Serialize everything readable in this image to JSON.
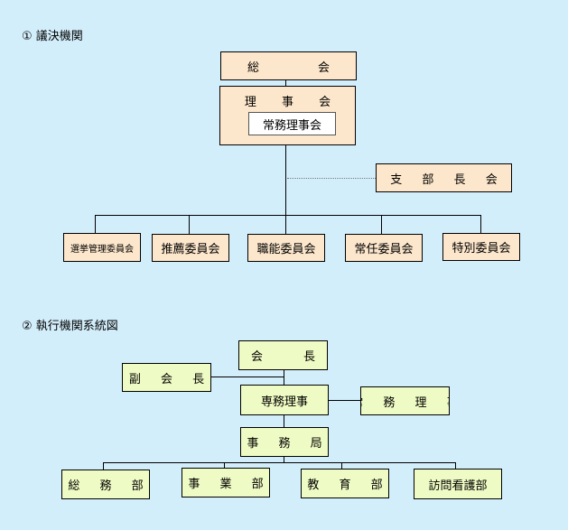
{
  "section1": {
    "title": "① 議決機関",
    "general_assembly": "総　会",
    "board": "理 事 会",
    "standing_board": "常務理事会",
    "branch_chiefs": "支 部 長 会",
    "committees": [
      "選挙管理委員会",
      "推薦委員会",
      "職能委員会",
      "常任委員会",
      "特別委員会"
    ]
  },
  "section2": {
    "title": "② 執行機関系統図",
    "president": "会　長",
    "vice_president": "副 会 長",
    "executive_director": "専務理事",
    "managing_director": "常 務 理 事",
    "secretariat": "事 務 局",
    "departments": [
      "総 務 部",
      "事 業 部",
      "教 育 部",
      "訪問看護部"
    ]
  }
}
